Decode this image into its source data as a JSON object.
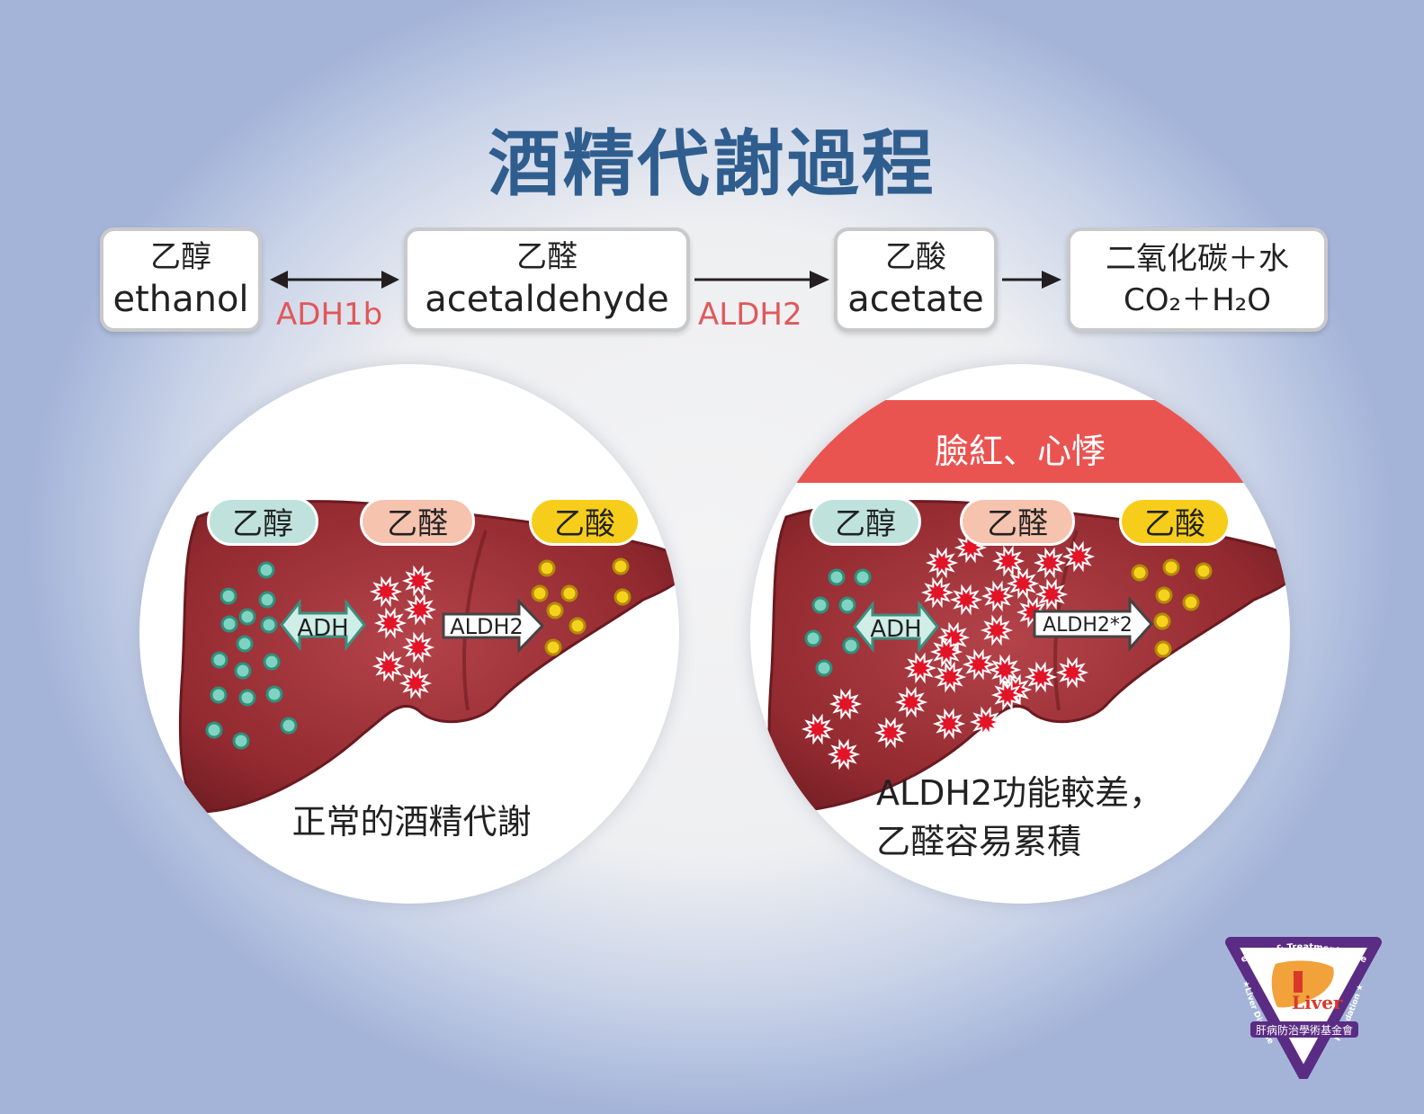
{
  "title": "酒精代謝過程",
  "pathway": {
    "ethanol": {
      "zh": "乙醇",
      "en": "ethanol"
    },
    "acetaldehyde": {
      "zh": "乙醛",
      "en": "acetaldehyde"
    },
    "acetate": {
      "zh": "乙酸",
      "en": "acetate"
    },
    "products": {
      "zh": "二氧化碳＋水",
      "formula": "CO₂＋H₂O"
    },
    "enzyme1": "ADH1b",
    "enzyme2": "ALDH2"
  },
  "normal_panel": {
    "label_ethanol": "乙醇",
    "label_acetaldehyde": "乙醛",
    "label_acetate": "乙酸",
    "arrow_adh": "ADH",
    "arrow_aldh": "ALDH2",
    "caption": "正常的酒精代謝"
  },
  "deficient_panel": {
    "banner": "臉紅、心悸",
    "label_ethanol": "乙醇",
    "label_acetaldehyde": "乙醛",
    "label_acetate": "乙酸",
    "arrow_adh": "ADH",
    "arrow_aldh": "ALDH2*2",
    "caption_line1": "ALDH2功能較差，",
    "caption_line2": "乙醛容易累積"
  },
  "logo": {
    "top_text": "Prevention & Treatment Research",
    "left_text": "★Liver Disease",
    "right_text": "Foundation ★",
    "mark": "Liver",
    "org_name": "肝病防治學術基金會"
  },
  "colors": {
    "title": "#2f5e8e",
    "enzyme": "#e0585b",
    "ethanol_dot": "#7fd3c0",
    "acetaldehyde_star": "#e11428",
    "acetate_dot": "#f7d21c",
    "liver": "#9b2c31",
    "banner": "#e95451",
    "logo_purple": "#5b2c83"
  }
}
